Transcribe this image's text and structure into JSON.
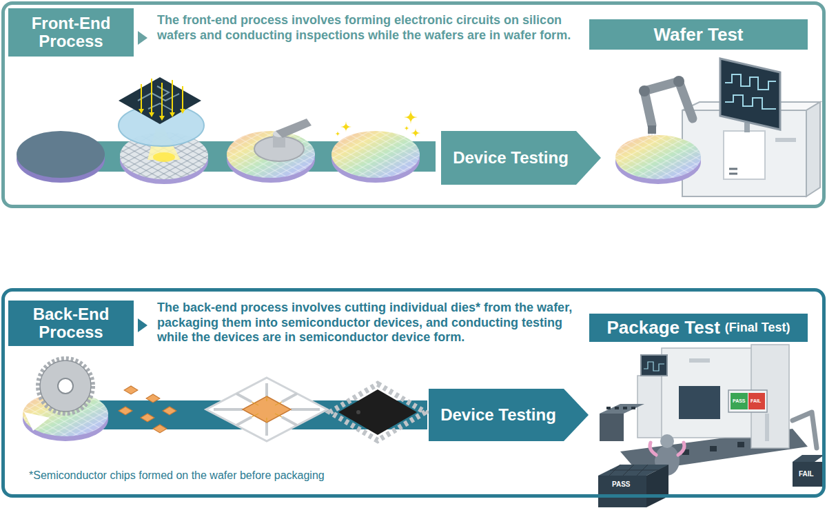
{
  "diagram": {
    "nodes": [
      {
        "text": [
          "The front-end process involves forming electronic circuits on silicon wafers and conducting inspections while the wafers are in wafer form."
        ]
      },
      {
        "text": [
          "Front-End Process"
        ],
        "in": 0
      },
      {
        "text": [
          "Device Testing"
        ],
        "in": 0
      },
      {
        "text": [
          "Wafer Test"
        ],
        "in": 0
      },
      {
        "text": [
          "The back-end process involves cutting individual dies* from the wafer, packaging them into semiconductor devices, and conducting testing while the devices are in semiconductor device form."
        ]
      },
      {
        "text": [
          "Back-End Process"
        ],
        "in": 4
      },
      {
        "text": [
          "Device Testing"
        ],
        "in": 4
      },
      {
        "text": [
          "Package Test",
          "(Final Test)"
        ],
        "in": 4
      }
    ],
    "labels": [
      "PASS",
      "FAIL",
      "*Semiconductor chips formed on the wafer before packaging",
      "FAIL",
      "PASS"
    ]
  }
}
